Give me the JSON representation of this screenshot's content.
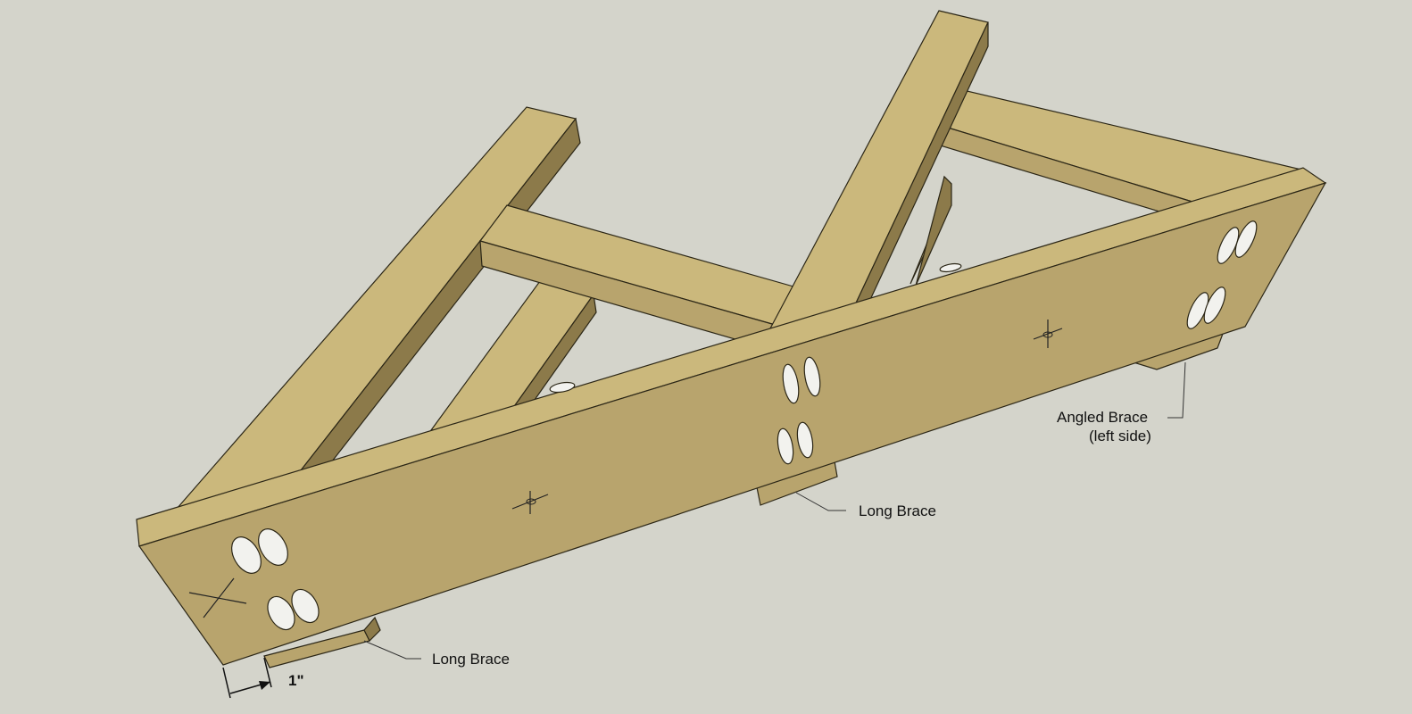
{
  "colors": {
    "background": "#d4d4cb",
    "wood_top": "#cbb87c",
    "wood_face": "#b8a46d",
    "wood_side": "#8c7a4a",
    "wood_dark": "#7e6e42",
    "edge": "#2b2616",
    "hole": "#f2f2ee",
    "leader": "#333333"
  },
  "labels": {
    "long_brace_front": "Long Brace",
    "long_brace_middle": "Long Brace",
    "angled_brace_line1": "Angled Brace",
    "angled_brace_line2": "(left side)",
    "dimension": "1\""
  }
}
